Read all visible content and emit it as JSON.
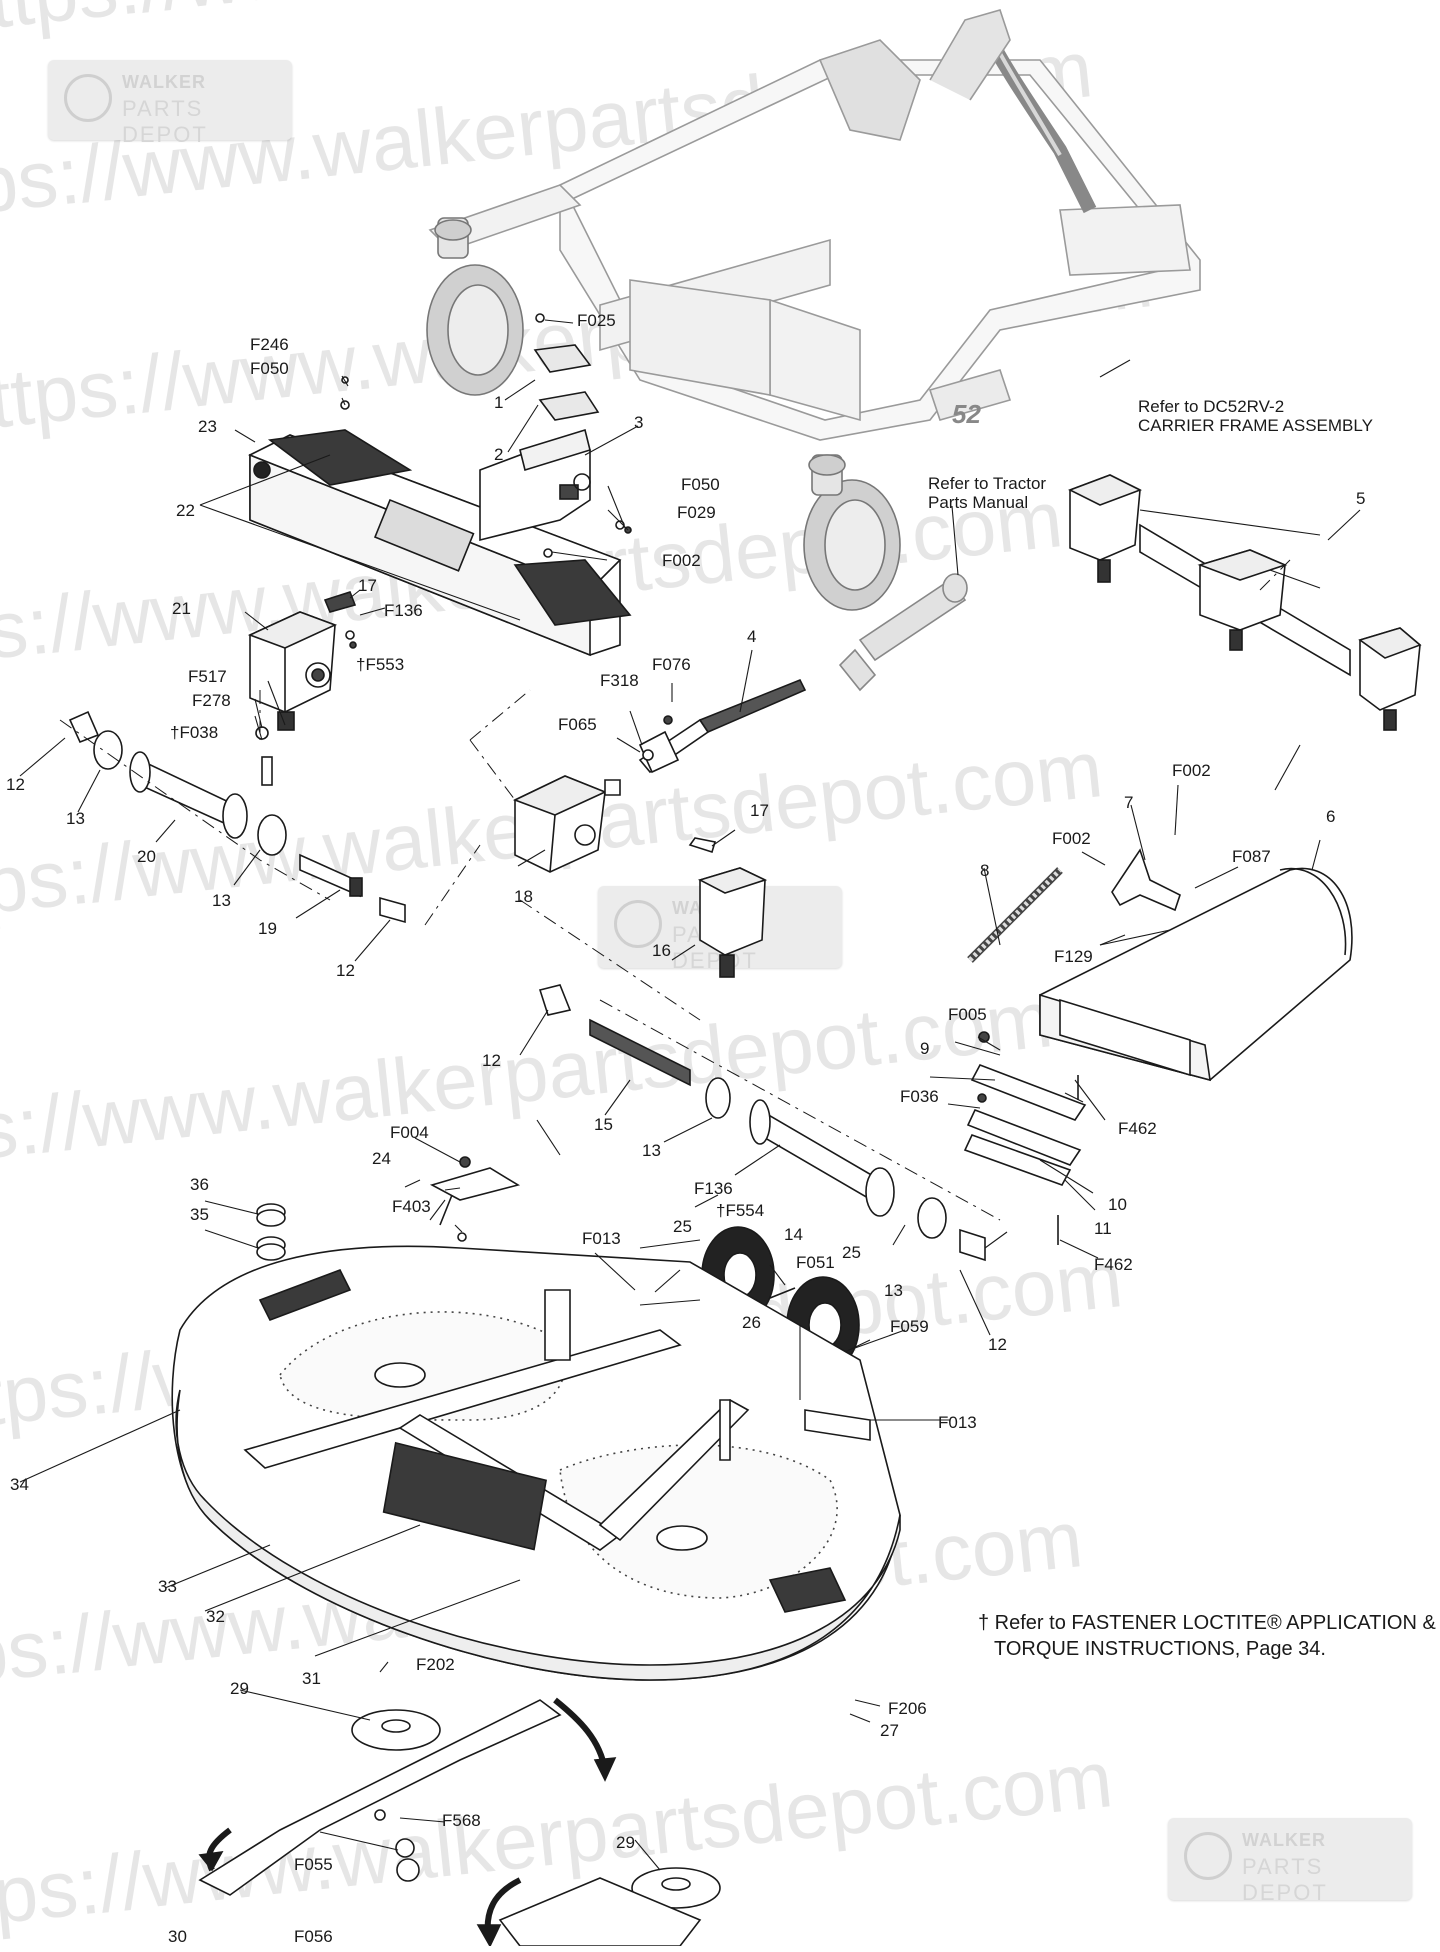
{
  "watermark": {
    "url_text": "https://www.walkerpartsdepot.com",
    "badge_line1": "WALKER",
    "badge_line2": "PARTS DEPOT"
  },
  "notes": {
    "carrier_frame": [
      "Refer to DC52RV-2",
      "CARRIER FRAME ASSEMBLY"
    ],
    "tractor": [
      "Refer to Tractor",
      "Parts Manual"
    ],
    "loctite": [
      "† Refer to FASTENER LOCTITE® APPLICATION &",
      "TORQUE INSTRUCTIONS, Page 34."
    ]
  },
  "deck_number": "52",
  "callouts": {
    "F246": "F246",
    "F050a": "F050",
    "F025": "F025",
    "c1": "1",
    "c2": "2",
    "c3": "3",
    "c23": "23",
    "c22": "22",
    "F050b": "F050",
    "F029": "F029",
    "F002a": "F002",
    "c17a": "17",
    "F136a": "F136",
    "F553": "†F553",
    "c21": "21",
    "F517": "F517",
    "F278": "F278",
    "F038": "†F038",
    "c12a": "12",
    "c13a": "13",
    "c20": "20",
    "c13b": "13",
    "c19": "19",
    "c12b": "12",
    "c18": "18",
    "F318": "F318",
    "F076": "F076",
    "c4": "4",
    "F065": "F065",
    "c5": "5",
    "c17b": "17",
    "c16": "16",
    "F002b": "F002",
    "c7": "7",
    "F002c": "F002",
    "F087": "F087",
    "c6": "6",
    "c8": "8",
    "F129": "F129",
    "c12c": "12",
    "c15": "15",
    "F005": "F005",
    "c9": "9",
    "F036": "F036",
    "F462a": "F462",
    "c13c": "13",
    "F004": "F004",
    "c24": "24",
    "F403": "F403",
    "c36": "36",
    "c35": "35",
    "F136b": "F136",
    "F554": "†F554",
    "c14": "14",
    "c10": "10",
    "c11": "11",
    "F462b": "F462",
    "F013a": "F013",
    "c25a": "25",
    "F051": "F051",
    "c25b": "25",
    "c26": "26",
    "F059": "F059",
    "c13d": "13",
    "c12d": "12",
    "F013b": "F013",
    "c34": "34",
    "c33": "33",
    "c32": "32",
    "c31": "31",
    "F202": "F202",
    "c29a": "29",
    "F206": "F206",
    "c27": "27",
    "F568": "F568",
    "F055": "F055",
    "c29b": "29",
    "c30": "30",
    "F056": "F056"
  },
  "colors": {
    "line": "#1a1a1a",
    "frame_gray": "#bdbdbd",
    "part_gray": "#d9d9d9",
    "dark_part": "#2a2a2a",
    "watermark": "#e6e6e6"
  }
}
